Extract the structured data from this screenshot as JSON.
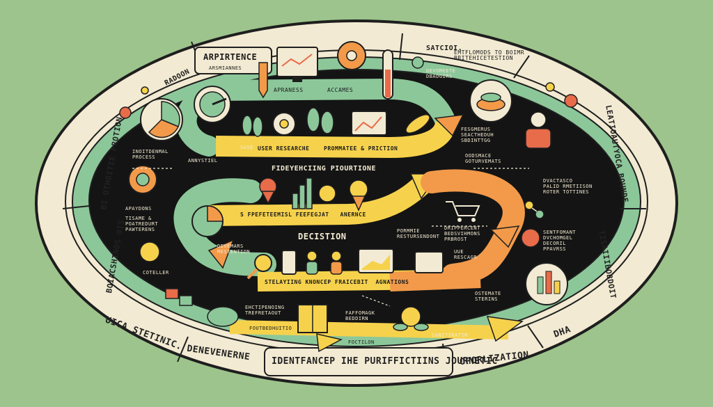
{
  "colors": {
    "background": "#9dc48c",
    "ring": "#f2ead2",
    "inner": "#141414",
    "arrow_green": "#8cc79a",
    "arrow_yellow": "#f6d24c",
    "arrow_orange": "#f29a4a",
    "accent_red": "#e86b4a"
  },
  "title": "IDENTFANCEP IHE PURIFFICTIINS JOURNETIC",
  "center_banner": "FIDEYEHCIING PIOURTIONE",
  "decision_label": "DECISTION",
  "ring": {
    "top_left_tab": "ARPIRTENCE",
    "top_left_sub": "ARSMIANNES",
    "top_right_tab": "SATCIOI.",
    "top_right_2": "EMTFLOMODS TO BOIMR\nBRITEHICETESTION",
    "left_label": "RADOON",
    "left_vertical": "BI OTHOITIE PROTION",
    "left_lower_vertical": "BOIACSHINOS OIS",
    "right_vertical": "LEATIOAUTYOCA BOUNDE",
    "right_lower_vertical": "TISAIIIBOBDOIT",
    "left_bottom": "UICA STETINIC.",
    "bottom_left": "DENEVENERNE",
    "bottom_right": "OPORLIZATION",
    "bottom_right_2": "DHA"
  },
  "labels": {
    "apparness": "APRANESS",
    "accames": "ACCAMES",
    "user_research": "USER RESEARCHE",
    "promotion": "PROMMATEE & PRICTION",
    "sase": "SASE",
    "devomete": "DEVOMEETE\nDBADGIRS",
    "fesgmerus": "FESGMERUS\nSEACTHEDUH\nSBDINTTGG",
    "oodsmace": "OODSMACE\nGOTURVEMATS",
    "inoitdenmal": "INOITDENMAL\nPROCESS",
    "annystiel": "ANNYSTIEL",
    "apaydons": "APAYDONS",
    "tisame": "TISAME &\nPOATREDURT\nPAWTERENS",
    "fpetermism": "S FPEFETEEMISL FEEFEGJAT   ANERNCE",
    "dvactasco": "DVACTASCO\nPALID RMETIISON\nROTER TOTTINES",
    "pormmie": "PORMMIE\nRESTURSENDONT",
    "drippercent": "DRIPPERCENT\nBEDSVIHMONS\nPRBROST",
    "sentfomant": "SENTFOMANT\nDVCHOMGEL\nDECORIL\nPPAVRSS",
    "devemars": "DEVEMARS\nMESTENTION",
    "uue": "UUE\nRESCAGR",
    "coteller": "COTELLER",
    "stelaying": "STELAYIING KNONCEP FRAICEBIT  AGNATIONS",
    "ostemate": "OSTEMATE\nSTERINS",
    "ehctipending": "EHCTIPENOING\nTREFRETAOUT",
    "faffomagk": "FAFFOMAGK\nBEDDIRN",
    "foutbedhuitio": "FOUTBEDHUITIO",
    "foctilon": "FOCTILON",
    "sanitsratim": "SANITSRATIM"
  }
}
